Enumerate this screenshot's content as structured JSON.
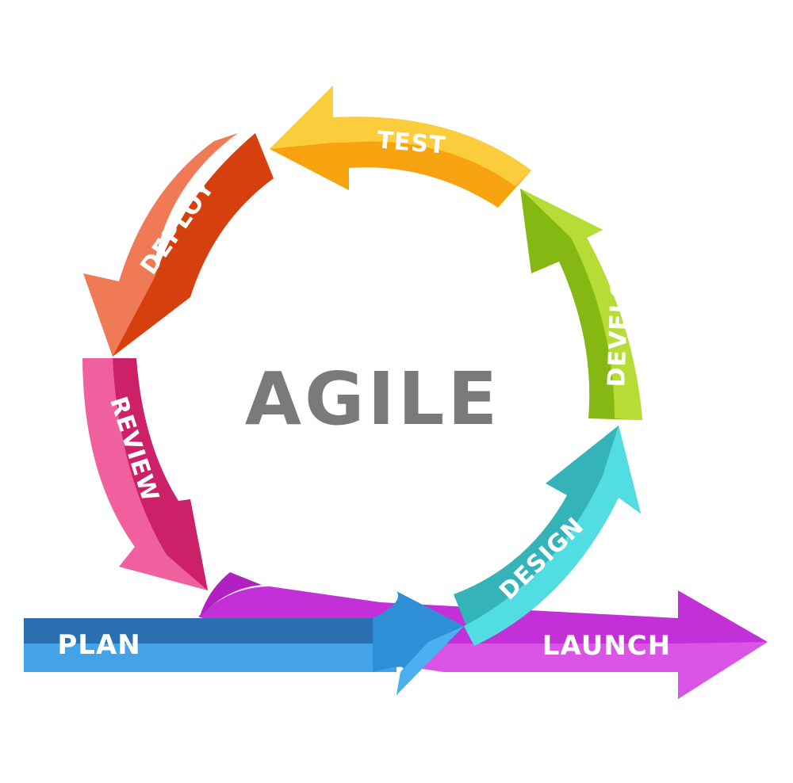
{
  "title": "AGILE",
  "stages": {
    "plan": "PLAN",
    "design": "DESIGN",
    "develop": "DEVELOP",
    "test": "TEST",
    "deploy": "DEPLOY",
    "review": "REVIEW",
    "launch": "LAUNCH"
  },
  "colors": {
    "plan": "#2f8fd6",
    "design": "#3cc8cc",
    "develop": "#8cc21a",
    "test": "#f5a623",
    "deploy": "#e05a28",
    "review": "#e0407c",
    "launch": "#c430d8",
    "title": "#7a7a7a"
  }
}
